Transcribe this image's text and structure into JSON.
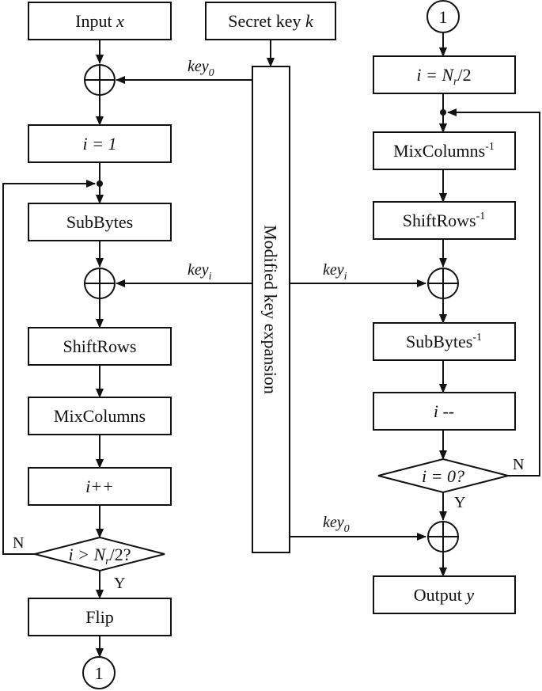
{
  "diagram": {
    "nodes": {
      "input": {
        "pre": "Input ",
        "var": "x"
      },
      "secret_key": {
        "pre": "Secret key ",
        "var": "k"
      },
      "i_init": "i = 1",
      "subbytes": "SubBytes",
      "shiftrows": "ShiftRows",
      "mixcolumns": "MixColumns",
      "i_inc": "i++",
      "cond_left": {
        "pre": "i > N",
        "sub": "r",
        "post": "/2?"
      },
      "flip": "Flip",
      "connector_left": "1",
      "connector_right": "1",
      "i_set": {
        "pre": "i = N",
        "sub": "r",
        "post": "/2"
      },
      "mixcolumns_inv": {
        "base": "MixColumns",
        "sup": "-1"
      },
      "shiftrows_inv": {
        "base": "ShiftRows",
        "sup": "-1"
      },
      "subbytes_inv": {
        "base": "SubBytes",
        "sup": "-1"
      },
      "i_dec": "i --",
      "cond_right": "i = 0?",
      "output": {
        "pre": "Output ",
        "var": "y"
      },
      "key_expansion": "Modified key expansion"
    },
    "edge_labels": {
      "key0_left": {
        "base": "key",
        "sub": "0"
      },
      "keyi_left": {
        "base": "key",
        "sub": "i"
      },
      "keyi_right": {
        "base": "key",
        "sub": "i"
      },
      "key0_right": {
        "base": "key",
        "sub": "0"
      },
      "no_left": "N",
      "yes_left": "Y",
      "no_right": "N",
      "yes_right": "Y"
    }
  }
}
